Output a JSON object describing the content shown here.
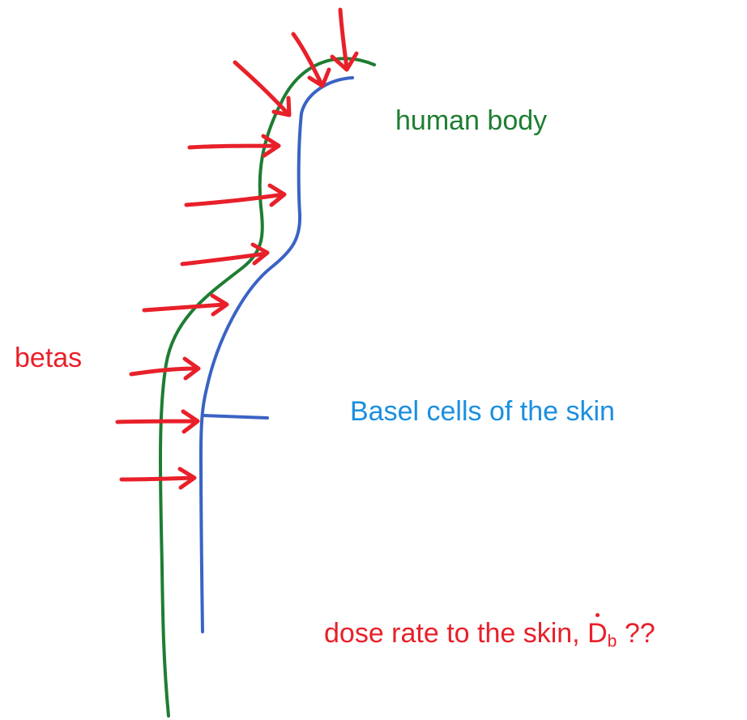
{
  "labels": {
    "human_body": "human body",
    "betas": "betas",
    "basal_cells": "Basel cells of the skin",
    "dose_prefix": "dose rate to the skin, ",
    "dose_symbol": "D",
    "dose_subscript": "b",
    "dose_suffix": " ??"
  },
  "colors": {
    "body_outline": "#1e7d32",
    "basal_layer": "#3a63c4",
    "beta_arrows": "#e8202a",
    "label_human_body": "#1e7d32",
    "label_betas": "#e8202a",
    "label_basal_cells": "#1a8fe0",
    "label_dose_rate": "#e8202a"
  }
}
